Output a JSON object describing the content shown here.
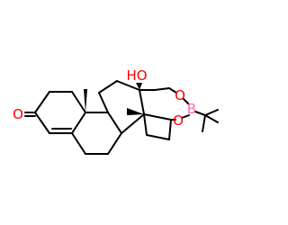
{
  "molecule": {
    "atoms": {
      "ketone_oxygen": {
        "symbol": "O",
        "color": "#ff0000"
      },
      "hydroxyl": {
        "symbol": "HO",
        "color": "#ff0000"
      },
      "ring_oxygen_top": {
        "symbol": "O",
        "color": "#ff0000"
      },
      "ring_oxygen_bottom": {
        "symbol": "O",
        "color": "#ff0000"
      },
      "boron": {
        "symbol": "B",
        "color": "#ff69b4"
      }
    },
    "colors": {
      "bond": "#000000",
      "background": "#ffffff"
    }
  }
}
